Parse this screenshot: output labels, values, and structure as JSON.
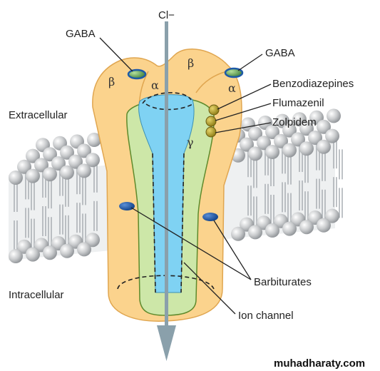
{
  "labels": {
    "chloride": "Cl−",
    "gaba_left": "GABA",
    "gaba_right": "GABA",
    "benzodiazepines": "Benzodiazepines",
    "flumazenil": "Flumazenil",
    "zolpidem": "Zolpidem",
    "extracellular": "Extracellular",
    "intracellular": "Intracellular",
    "barbiturates": "Barbiturates",
    "ion_channel": "Ion channel"
  },
  "subunits": {
    "beta_left": "β",
    "alpha_left": "α",
    "beta_right": "β",
    "alpha_right": "α",
    "gamma": "γ"
  },
  "watermark": "muhadharaty.com",
  "colors": {
    "protein": "#fbd38d",
    "protein_stroke": "#e0a650",
    "inner": "#cde7a8",
    "inner_stroke": "#5e8a2c",
    "channel": "#7fd2f3",
    "arrow": "#8aa0ab",
    "lipid_head": "#c4c7c9",
    "lipid_tail": "#a8aeb2",
    "binding_site": "#1e5aa8",
    "gaba_site": "#7fb86a",
    "bzd_site": "#b8a43a"
  }
}
